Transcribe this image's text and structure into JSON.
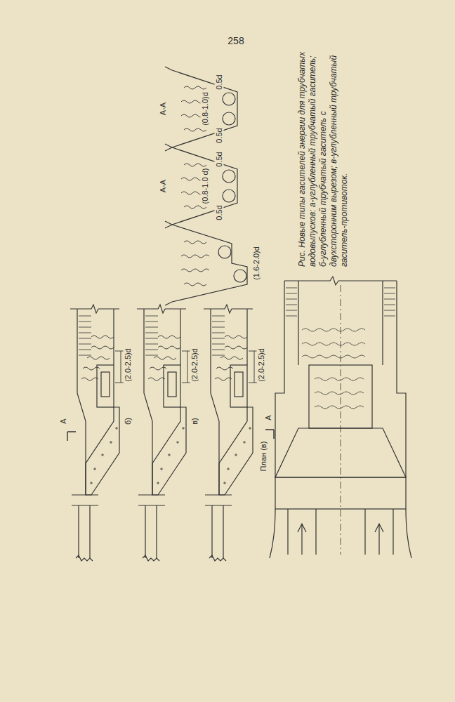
{
  "diagram": {
    "caption": "Рис. Новые типы гасителей энергии для трубчатых водовыпусков: а-углубленный трубчатый гаситель; б-углубленный трубчатый гаситель с двухсторонним вырезом; в-углубленный трубчатый гаситель-противоток.",
    "labels": [
      "258",
      "0.5d",
      "(0.8-1.0)d",
      "0.5d",
      "А-А",
      "0.5d",
      "(0.8-1.0 d)",
      "0.5d",
      "А-А",
      "(1.6-2.0)d",
      "(2.0-2.5)d",
      "б)",
      "(2.0-2.5)d",
      "в)",
      "(2.0-2.5)d",
      "План (в)",
      "А",
      "А"
    ]
  }
}
